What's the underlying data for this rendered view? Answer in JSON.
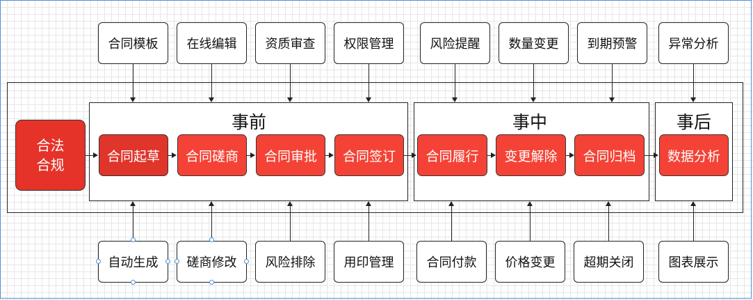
{
  "colors": {
    "primary_red": "#f44336",
    "dark_red": "#e0352b",
    "compliance_red": "#e53329"
  },
  "compliance": {
    "line1": "合法",
    "line2": "合规"
  },
  "groups": {
    "before": "事前",
    "during": "事中",
    "after": "事后"
  },
  "steps": [
    "合同起草",
    "合同磋商",
    "合同审批",
    "合同签订",
    "合同履行",
    "变更解除",
    "合同归档",
    "数据分析"
  ],
  "top_features": [
    "合同模板",
    "在线编辑",
    "资质审查",
    "权限管理",
    "风险提醒",
    "数量变更",
    "到期预警",
    "异常分析"
  ],
  "bottom_features": [
    "自动生成",
    "磋商修改",
    "风险排除",
    "用印管理",
    "合同付款",
    "价格变更",
    "超期关闭",
    "图表展示"
  ]
}
